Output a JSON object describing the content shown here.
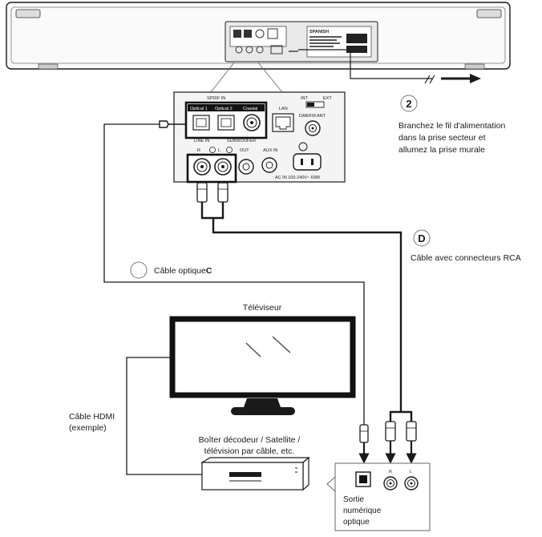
{
  "soundbar": {
    "brand": "SPANISH",
    "panel": {
      "spdif_in": "SPDIF IN",
      "optical1": "Optical 1",
      "optical2": "Optical 2",
      "coaxial": "Coaxial",
      "lan": "LAN",
      "dab_fm_ant": "DAB/FM ANT",
      "int": "INT",
      "ext": "EXT",
      "line_in": "LINE IN",
      "subwoofer": "SUBWOOFER",
      "out": "OUT",
      "aux_in": "AUX IN",
      "r": "R",
      "l": "L",
      "ac_in": "AC IN 100-240V~ 60W"
    }
  },
  "steps": {
    "power": {
      "number": "2",
      "line1": "Branchez le fil d'alimentation",
      "line2": "dans la prise secteur et",
      "line3": "allumez la prise murale"
    },
    "rca": {
      "letter": "D",
      "label": "Câble avec connecteurs RCA"
    },
    "optical": {
      "label": "Câble optique",
      "letter": "C"
    }
  },
  "tv": {
    "label": "Téléviseur"
  },
  "hdmi": {
    "line1": "Câble HDMI",
    "line2": "(exemple)"
  },
  "box": {
    "line1": "Boîter décodeur / Satellite /",
    "line2": "télévision par câble, etc."
  },
  "output_panel": {
    "r": "R",
    "l": "L",
    "line1": "Sortie",
    "line2": "numérique",
    "line3": "optique"
  },
  "colors": {
    "ink": "#1a1a1a",
    "panel_fill": "#f4f4f4",
    "highlight": "#111111"
  }
}
